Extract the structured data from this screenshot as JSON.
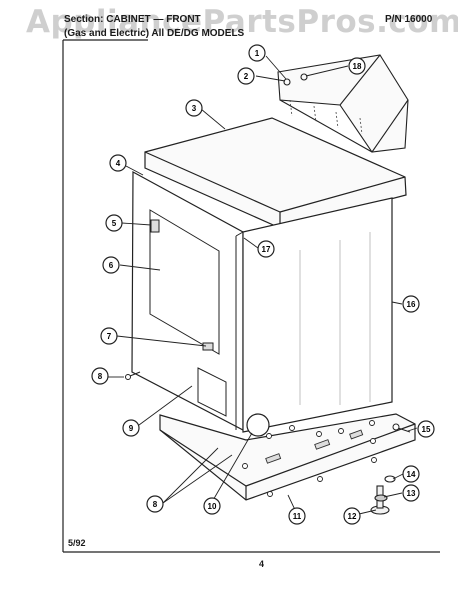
{
  "header": {
    "watermark": "AppliancePartsPros.com",
    "section_line1": "Section: CABINET — FRONT",
    "section_line2": "(Gas and Electric) All DE/DG MODELS",
    "part_number": "P/N 16000"
  },
  "footer": {
    "date_code": "5/92",
    "page_number": "4"
  },
  "callouts": [
    {
      "id": "1",
      "name": "callout-1"
    },
    {
      "id": "2",
      "name": "callout-2"
    },
    {
      "id": "3",
      "name": "callout-3"
    },
    {
      "id": "4",
      "name": "callout-4"
    },
    {
      "id": "5",
      "name": "callout-5"
    },
    {
      "id": "6",
      "name": "callout-6"
    },
    {
      "id": "7",
      "name": "callout-7"
    },
    {
      "id": "8",
      "name": "callout-8-left"
    },
    {
      "id": "9",
      "name": "callout-9"
    },
    {
      "id": "8",
      "name": "callout-8-bottom"
    },
    {
      "id": "10",
      "name": "callout-10"
    },
    {
      "id": "11",
      "name": "callout-11"
    },
    {
      "id": "12",
      "name": "callout-12"
    },
    {
      "id": "13",
      "name": "callout-13"
    },
    {
      "id": "14",
      "name": "callout-14"
    },
    {
      "id": "15",
      "name": "callout-15"
    },
    {
      "id": "16",
      "name": "callout-16"
    },
    {
      "id": "17",
      "name": "callout-17"
    },
    {
      "id": "18",
      "name": "callout-18"
    }
  ]
}
